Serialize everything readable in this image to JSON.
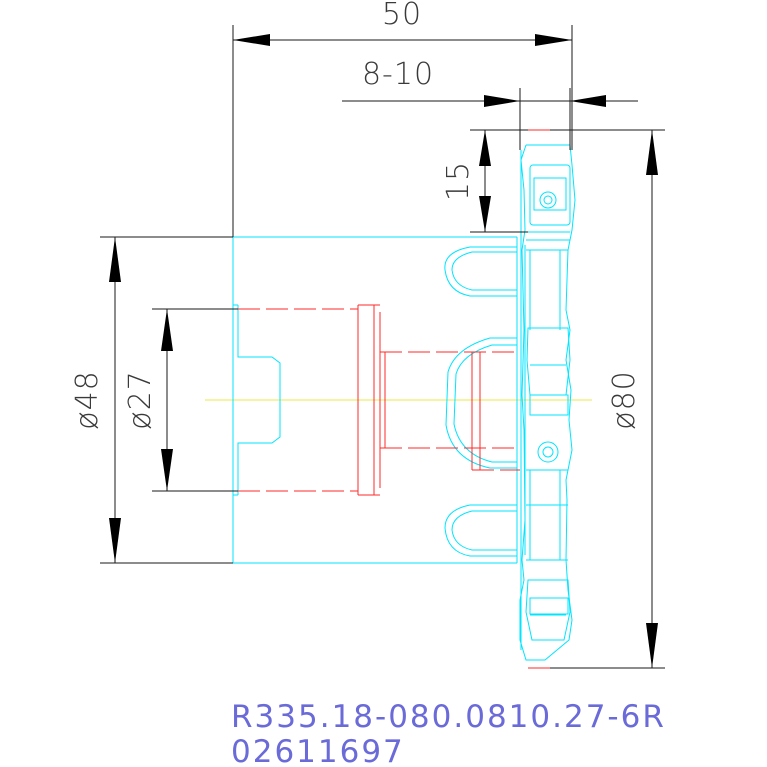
{
  "dimensions": {
    "overall_length": "50",
    "insert_range": "8-10",
    "tooth_height": "15",
    "shank_diameter": "ø48",
    "bore_diameter": "ø27",
    "cutter_diameter": "ø80"
  },
  "part": {
    "code": "R335.18-080.0810.27-6R",
    "number": "02611697"
  },
  "colors": {
    "outline": "#00e5ff",
    "hidden": "#ff2a2a",
    "centerline": "#e8e84a",
    "dimension": "#1a1a1a",
    "code_text": "#6a6ad8"
  }
}
